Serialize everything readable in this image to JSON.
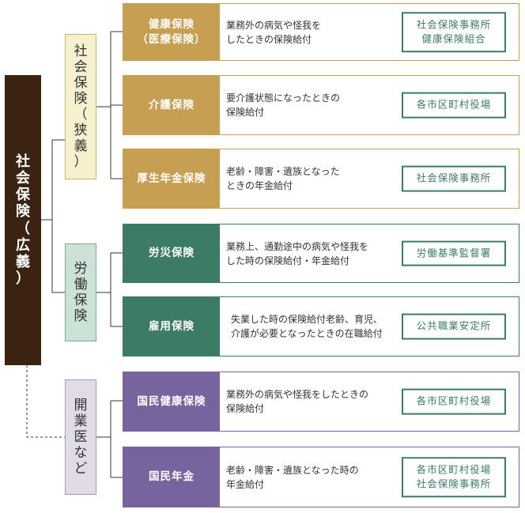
{
  "colors": {
    "root_bg": "#3a2311",
    "cat1_bg": "#f6f0cf",
    "cat1_border": "#c9b76a",
    "cat2_bg": "#cde2d6",
    "cat2_border": "#7fa998",
    "cat3_bg": "#e1dbe8",
    "cat3_border": "#a69bbb",
    "group1": "#c69f52",
    "group2": "#3c7b64",
    "group3": "#77639d",
    "office": "#3c7b64",
    "line": "#333333"
  },
  "root": {
    "chars": [
      "社",
      "会",
      "保",
      "険",
      "（",
      "広",
      "義",
      "）"
    ]
  },
  "categories": [
    {
      "chars": [
        "社",
        "会",
        "保",
        "険",
        "（",
        "狭",
        "義",
        "）"
      ]
    },
    {
      "chars": [
        "労",
        "働",
        "保",
        "険"
      ]
    },
    {
      "chars": [
        "開",
        "業",
        "医",
        "な",
        "ど"
      ]
    }
  ],
  "rows": [
    {
      "name": [
        "健康保険",
        "（医療保険）"
      ],
      "desc": [
        "業務外の病気や怪我を",
        "したときの保険給付"
      ],
      "office": [
        "社会保険事務所",
        "健康保険組合"
      ]
    },
    {
      "name": [
        "介護保険"
      ],
      "desc": [
        "要介護状態になったときの",
        "保険給付"
      ],
      "office": [
        "各市区町村役場"
      ]
    },
    {
      "name": [
        "厚生年金保険"
      ],
      "desc": [
        "老齢・障害・遺族となった",
        "ときの年金給付"
      ],
      "office": [
        "社会保険事務所"
      ]
    },
    {
      "name": [
        "労災保険"
      ],
      "desc": [
        "業務上、通勤途中の病気や怪我を",
        "した時の保険給付・年金給付"
      ],
      "office": [
        "労働基準監督署"
      ]
    },
    {
      "name": [
        "雇用保険"
      ],
      "desc": [
        "失業した時の保険給付老齢、育児、",
        "介護が必要となったときの在職給付"
      ],
      "office": [
        "公共職業安定所"
      ]
    },
    {
      "name": [
        "国民健康保険"
      ],
      "desc": [
        "業務外の病気や怪我をしたときの",
        "保険給付"
      ],
      "office": [
        "各市区町村役場"
      ]
    },
    {
      "name": [
        "国民年金"
      ],
      "desc": [
        "老齢・障害・遺族となった時の",
        "年金給付"
      ],
      "office": [
        "各市区町村役場",
        "社会保険事務所"
      ]
    }
  ]
}
